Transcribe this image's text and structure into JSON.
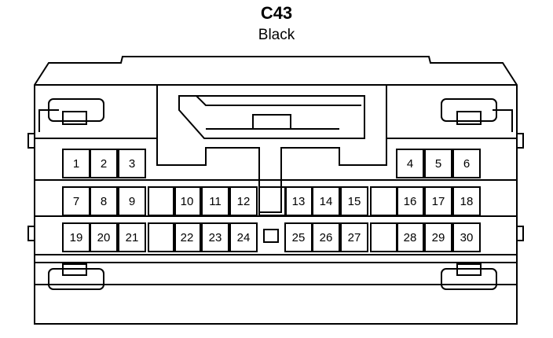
{
  "connector": {
    "name": "C43",
    "color": "Black"
  },
  "pins": [
    {
      "row": 0,
      "col": 0,
      "label": "1"
    },
    {
      "row": 0,
      "col": 1,
      "label": "2"
    },
    {
      "row": 0,
      "col": 2,
      "label": "3"
    },
    {
      "row": 0,
      "col": 12,
      "label": "4"
    },
    {
      "row": 0,
      "col": 13,
      "label": "5"
    },
    {
      "row": 0,
      "col": 14,
      "label": "6"
    },
    {
      "row": 1,
      "col": 0,
      "label": "7"
    },
    {
      "row": 1,
      "col": 1,
      "label": "8"
    },
    {
      "row": 1,
      "col": 2,
      "label": "9"
    },
    {
      "row": 1,
      "col": 3,
      "label": ""
    },
    {
      "row": 1,
      "col": 4,
      "label": "10"
    },
    {
      "row": 1,
      "col": 5,
      "label": "11"
    },
    {
      "row": 1,
      "col": 6,
      "label": "12"
    },
    {
      "row": 1,
      "col": 7,
      "label": ""
    },
    {
      "row": 1,
      "col": 8,
      "label": "13"
    },
    {
      "row": 1,
      "col": 9,
      "label": "14"
    },
    {
      "row": 1,
      "col": 10,
      "label": "15"
    },
    {
      "row": 1,
      "col": 11,
      "label": ""
    },
    {
      "row": 1,
      "col": 12,
      "label": "16"
    },
    {
      "row": 1,
      "col": 13,
      "label": "17"
    },
    {
      "row": 1,
      "col": 14,
      "label": "18"
    },
    {
      "row": 2,
      "col": 0,
      "label": "19"
    },
    {
      "row": 2,
      "col": 1,
      "label": "20"
    },
    {
      "row": 2,
      "col": 2,
      "label": "21"
    },
    {
      "row": 2,
      "col": 3,
      "label": ""
    },
    {
      "row": 2,
      "col": 4,
      "label": "22"
    },
    {
      "row": 2,
      "col": 5,
      "label": "23"
    },
    {
      "row": 2,
      "col": 6,
      "label": "24"
    },
    {
      "row": 2,
      "col": 8,
      "label": "25"
    },
    {
      "row": 2,
      "col": 9,
      "label": "26"
    },
    {
      "row": 2,
      "col": 10,
      "label": "27"
    },
    {
      "row": 2,
      "col": 11,
      "label": ""
    },
    {
      "row": 2,
      "col": 12,
      "label": "28"
    },
    {
      "row": 2,
      "col": 13,
      "label": "29"
    },
    {
      "row": 2,
      "col": 14,
      "label": "30"
    }
  ]
}
